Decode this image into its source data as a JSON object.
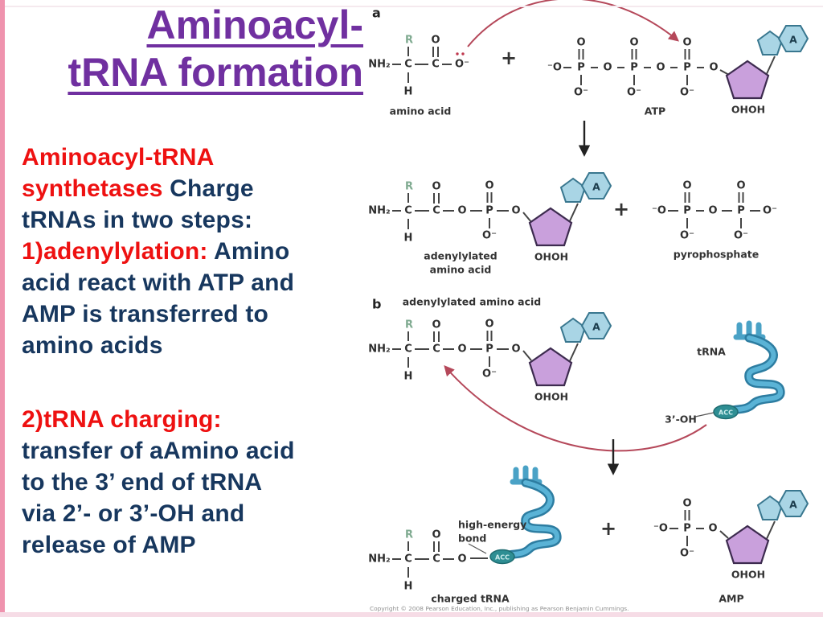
{
  "slide": {
    "title_line1": "Aminoacyl-",
    "title_line2": "tRNA formation",
    "title_color": "#7030a0",
    "body": {
      "colors": {
        "red": "#ee1111",
        "navy": "#17375e"
      },
      "paragraph1": [
        [
          {
            "t": "Aminoacyl-tRNA",
            "c": "red"
          }
        ],
        [
          {
            "t": "synthetases ",
            "c": "red"
          },
          {
            "t": "Charge",
            "c": "navy"
          }
        ],
        [
          {
            "t": "tRNAs in two steps:",
            "c": "navy"
          }
        ],
        [
          {
            "t": "1)adenylylation: ",
            "c": "red"
          },
          {
            "t": "Amino",
            "c": "navy"
          }
        ],
        [
          {
            "t": "acid react with ATP and",
            "c": "navy"
          }
        ],
        [
          {
            "t": "AMP is transferred to",
            "c": "navy"
          }
        ],
        [
          {
            "t": "amino acids",
            "c": "navy"
          }
        ]
      ],
      "paragraph2": [
        [
          {
            "t": "2)tRNA charging:",
            "c": "red"
          }
        ],
        [
          {
            "t": "transfer of aAmino acid",
            "c": "navy"
          }
        ],
        [
          {
            "t": "to the 3’ end of tRNA",
            "c": "navy"
          }
        ],
        [
          {
            "t": "via 2’- or 3’-OH and",
            "c": "navy"
          }
        ],
        [
          {
            "t": "release of AMP",
            "c": "navy"
          }
        ]
      ]
    }
  },
  "diagram": {
    "panel_a_label": "a",
    "panel_b_label": "b",
    "atoms": {
      "nh2": "NH₂",
      "c": "C",
      "h": "H",
      "r": "R",
      "o": "O",
      "o_minus": "O⁻",
      "o_minus_left": "⁻O",
      "p": "P",
      "plus": "+"
    },
    "labels": {
      "amino_acid": "amino acid",
      "atp": "ATP",
      "adenylylated_line1": "adenylylated",
      "adenylylated_line2": "amino acid",
      "pyrophosphate": "pyrophosphate",
      "adenylylated_heading": "adenylylated amino acid",
      "trna": "tRNA",
      "three_prime_oh": "3’-OH",
      "acc": "ACC",
      "high_energy_line1": "high-energy",
      "high_energy_line2": "bond",
      "charged_trna": "charged tRNA",
      "amp": "AMP",
      "oh_oh": "OHOH",
      "adenine": "A"
    },
    "copyright": "Copyright © 2008 Pearson Education, Inc., publishing as Pearson Benjamin Cummings.",
    "colors": {
      "adenine_fill": "#a9d5e5",
      "adenine_stroke": "#39778f",
      "ribose_fill": "#c9a0dc",
      "ribose_stroke": "#3d2b4f",
      "trna_dark": "#2d7da1",
      "trna_light": "#5ab3d6",
      "acc_fill": "#2e8e93",
      "red_arrow": "#b5485a",
      "edge_pink": "#ef93ae"
    }
  }
}
